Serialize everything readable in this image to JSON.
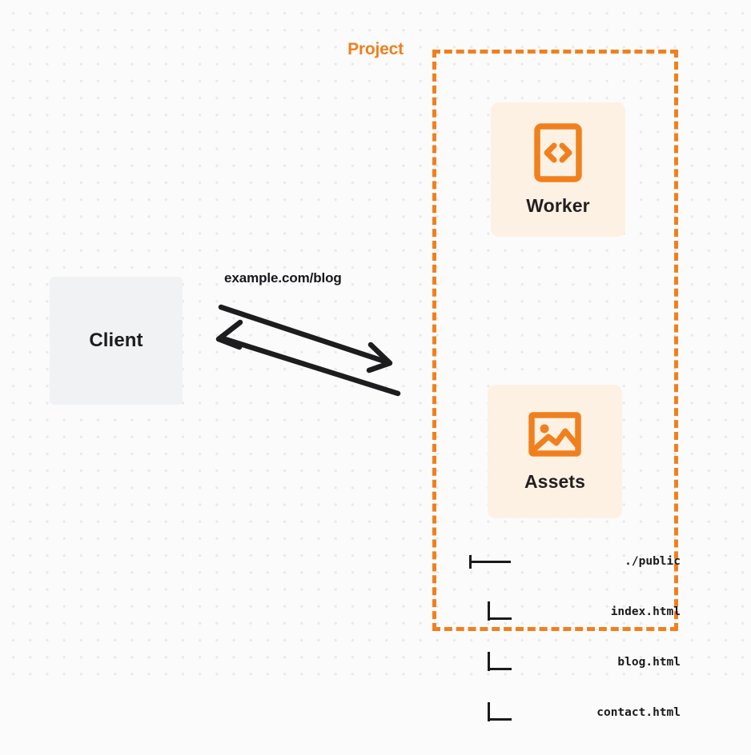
{
  "diagram": {
    "background_color": "#fbfbfb",
    "accent_color": "#f0801e",
    "card_background": "#fdf1e4",
    "client_background": "#f1f2f4",
    "client": {
      "label": "Client"
    },
    "connector": {
      "label": "example.com/blog",
      "request_direction": "right",
      "response_direction": "left",
      "color": "#1d1d1f"
    },
    "project": {
      "title": "Project",
      "nodes": [
        {
          "id": "worker",
          "label": "Worker",
          "icon": "code-brackets-icon"
        },
        {
          "id": "assets",
          "label": "Assets",
          "icon": "image-icon"
        }
      ],
      "file_tree": {
        "root": "./public",
        "files": [
          "index.html",
          "blog.html",
          "contact.html"
        ]
      }
    }
  }
}
